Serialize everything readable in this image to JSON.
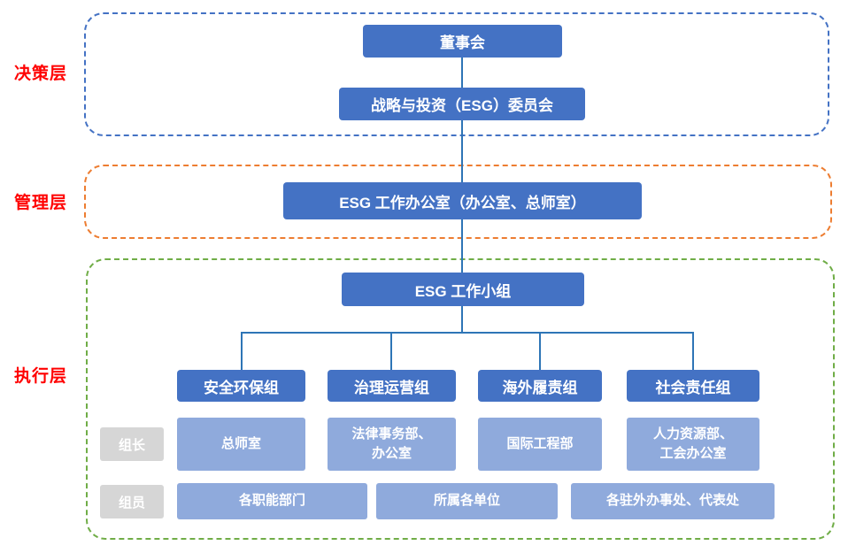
{
  "layers": [
    {
      "id": "decision",
      "label": "决策层"
    },
    {
      "id": "management",
      "label": "管理层"
    },
    {
      "id": "execution",
      "label": "执行层"
    }
  ],
  "nodes": {
    "board": "董事会",
    "committee": "战略与投资（ESG）委员会",
    "office": "ESG 工作办公室（办公室、总师室）",
    "taskforce": "ESG 工作小组"
  },
  "row_labels": {
    "leader": "组长",
    "member": "组员"
  },
  "groups": [
    {
      "name": "安全环保组",
      "leader": "总师室"
    },
    {
      "name": "治理运营组",
      "leader": "法律事务部、\n办公室"
    },
    {
      "name": "海外履责组",
      "leader": "国际工程部"
    },
    {
      "name": "社会责任组",
      "leader": "人力资源部、\n工会办公室"
    }
  ],
  "members": [
    "各职能部门",
    "所属各单位",
    "各驻外办事处、代表处"
  ],
  "colors": {
    "node_fill": "#4472C4",
    "sub_fill": "#8FAADC",
    "row_label_fill": "#D6D6D6",
    "layer_text": "#FF0000",
    "frame_decision": "#4472C4",
    "frame_management": "#ED7D31",
    "frame_execution": "#70AD47",
    "connector": "#2E75B6"
  }
}
